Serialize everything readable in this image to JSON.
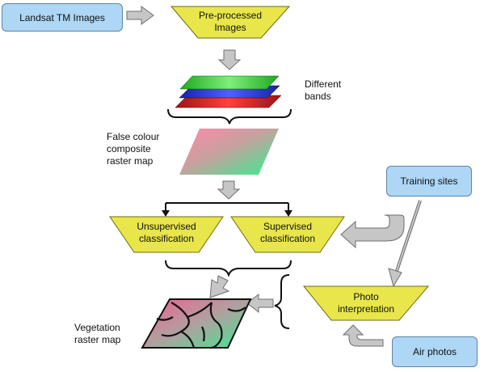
{
  "nodes": {
    "landsat": "Landsat TM Images",
    "preprocessed": [
      "Pre-processed",
      "Images"
    ],
    "different_bands": [
      "Different",
      "bands"
    ],
    "false_colour": [
      "False colour",
      "composite",
      "raster map"
    ],
    "training_sites": "Training sites",
    "unsupervised": [
      "Unsupervised",
      "classification"
    ],
    "supervised": [
      "Supervised",
      "classification"
    ],
    "photo_interpretation": [
      "Photo",
      "interpretation"
    ],
    "vegetation": [
      "Vegetation",
      "raster map"
    ],
    "air_photos": "Air photos"
  },
  "colors": {
    "box_fill": "#aed6f5",
    "box_border": "#5a86ad",
    "trapezoid_fill": "#e8e64a",
    "trapezoid_border": "#6b6b1a",
    "arrow_fill": "#c6c6c6",
    "arrow_border": "#6e6e6e",
    "band_green": "#2ec82e",
    "band_blue": "#2233d6",
    "band_red": "#d01818",
    "composite_pink": "#ff88a8",
    "composite_green": "#2fe88a"
  }
}
